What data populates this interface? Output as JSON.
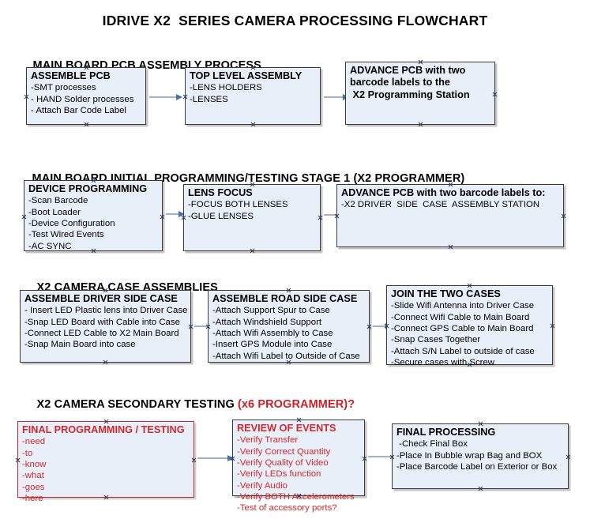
{
  "document": {
    "title": "IDRIVE X2  SERIES CAMERA PROCESSING FLOWCHART",
    "accent_color": "#cc2026",
    "node_fill": "#e9eff8",
    "node_border": "#3a3a3a",
    "connector_color": "#9fb3c8",
    "arrow_color": "#4571a8"
  },
  "sections": [
    {
      "id": "main-board-pcb-assembly-process",
      "heading": "MAIN BOARD PCB ASSEMBLY PROCESS",
      "heading_accent": "",
      "nodes": [
        {
          "id": "assemble-pcb",
          "head": "ASSEMBLE PCB",
          "lines": [
            "-SMT processes",
            "- HAND Solder processes",
            "- Attach Bar Code Label"
          ]
        },
        {
          "id": "top-level-assembly",
          "head": "TOP LEVEL ASSEMBLY",
          "lines": [
            "-LENS HOLDERS",
            "-LENSES"
          ]
        },
        {
          "id": "advance-pcb-to-x2-programming-station",
          "head": "ADVANCE PCB with two\nbarcode labels to the\n X2 Programming Station",
          "lines": []
        }
      ]
    },
    {
      "id": "main-board-initial-programming-testing-stage-1",
      "heading": "MAIN BOARD INITIAL PROGRAMMING/TESTING STAGE 1 (X2 PROGRAMMER)",
      "heading_accent": "",
      "nodes": [
        {
          "id": "device-programming",
          "head": "DEVICE PROGRAMMING",
          "lines": [
            "-Scan Barcode",
            "-Boot Loader",
            "-Device Configuration",
            "-Test Wired Events",
            "-AC SYNC"
          ]
        },
        {
          "id": "lens-focus",
          "head": "LENS FOCUS",
          "lines": [
            "-FOCUS BOTH LENSES",
            "-GLUE LENSES"
          ]
        },
        {
          "id": "advance-pcb-to-driver-side-case-assembly",
          "head": "ADVANCE PCB with two barcode labels to:",
          "lines": [
            "-X2 DRIVER  SIDE  CASE  ASSEMBLY STATION"
          ]
        }
      ]
    },
    {
      "id": "x2-camera-case-assemblies",
      "heading": "X2 CAMERA CASE ASSEMBLIES",
      "heading_accent": "",
      "nodes": [
        {
          "id": "assemble-driver-side-case",
          "head": "ASSEMBLE DRIVER SIDE CASE",
          "lines": [
            "- Insert LED Plastic lens into Driver Case",
            "-Snap LED Board with Cable into Case",
            "-Connect LED Cable to X2 Main Board",
            "-Snap Main Board into case"
          ]
        },
        {
          "id": "assemble-road-side-case",
          "head": "ASSEMBLE ROAD SIDE CASE",
          "lines": [
            "-Attach Support Spur to Case",
            "-Attach Windshield Support",
            "-Attach Wifi Assembly to Case",
            "-Insert GPS Module into Case",
            "-Attach Wifi Label to Outside of Case"
          ]
        },
        {
          "id": "join-the-two-cases",
          "head": "JOIN THE TWO CASES",
          "lines": [
            "-Slide Wifi Antenna into Driver Case",
            "-Connect Wifi Cable to Main Board",
            "-Connect GPS Cable to Main Board",
            "-Snap Cases Together",
            "-Attach S/N Label to outside of case",
            "-Secure cases with Screw"
          ]
        }
      ]
    },
    {
      "id": "x2-camera-secondary-testing",
      "heading": "X2 CAMERA SECONDARY TESTING ",
      "heading_accent": "(x6 PROGRAMMER)?",
      "nodes": [
        {
          "id": "final-programming-testing",
          "head": "FINAL PROGRAMMING / TESTING",
          "lines": [
            "-need",
            "-to",
            "-know",
            "-what",
            "-goes",
            "-here"
          ]
        },
        {
          "id": "review-of-events",
          "head": "REVIEW OF EVENTS",
          "lines": [
            "-Verify Transfer",
            "-Verify Correct Quantity",
            "-Verify Quality of Video",
            "-Verify LEDs function",
            "-Verify Audio",
            "-Verify BOTH Accelerometers",
            "-Test of accessory ports?"
          ]
        },
        {
          "id": "final-processing",
          "head": "FINAL PROCESSING",
          "lines": [
            " -Check Final Box",
            "-Place In Bubble wrap Bag and BOX",
            "-Place Barcode Label on Exterior or Box"
          ]
        }
      ]
    }
  ]
}
